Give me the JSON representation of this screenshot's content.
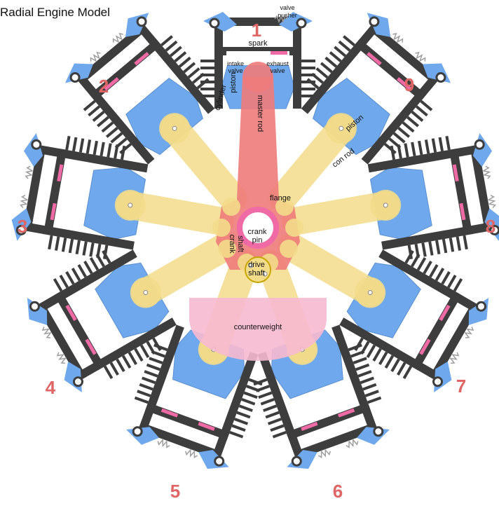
{
  "title": "Radial Engine Model",
  "labels": {
    "valve_pusher": [
      "valve",
      "pusher"
    ],
    "spark": "spark",
    "intake_valve": [
      "intake",
      "valve"
    ],
    "exhaust_valve": [
      "exhaust",
      "valve"
    ],
    "cylinder": "cylinder",
    "piston_1": "piston",
    "master_rod": "master rod",
    "piston_9": "piston",
    "con_rod": "con rod",
    "flange": "flange",
    "crank_pin": [
      "crank",
      "pin"
    ],
    "crank_shaft": [
      "crank",
      "shaft"
    ],
    "drive_shaft": [
      "drive",
      "shaft"
    ],
    "counterweight": "counterweight"
  },
  "cylinder_numbers": [
    "1",
    "2",
    "3",
    "4",
    "5",
    "6",
    "7",
    "8",
    "9"
  ],
  "colors": {
    "cylinder_dark": "#3d3d3d",
    "piston_blue": "#6fa8ec",
    "rod_yellow": "#f3dc8a",
    "master_red": "#ef7b7b",
    "counterweight_pink": "#f7b9d0",
    "crank_pink": "#f06aa6",
    "number_red": "#e06666",
    "spring_grey": "#9e9e9e"
  }
}
